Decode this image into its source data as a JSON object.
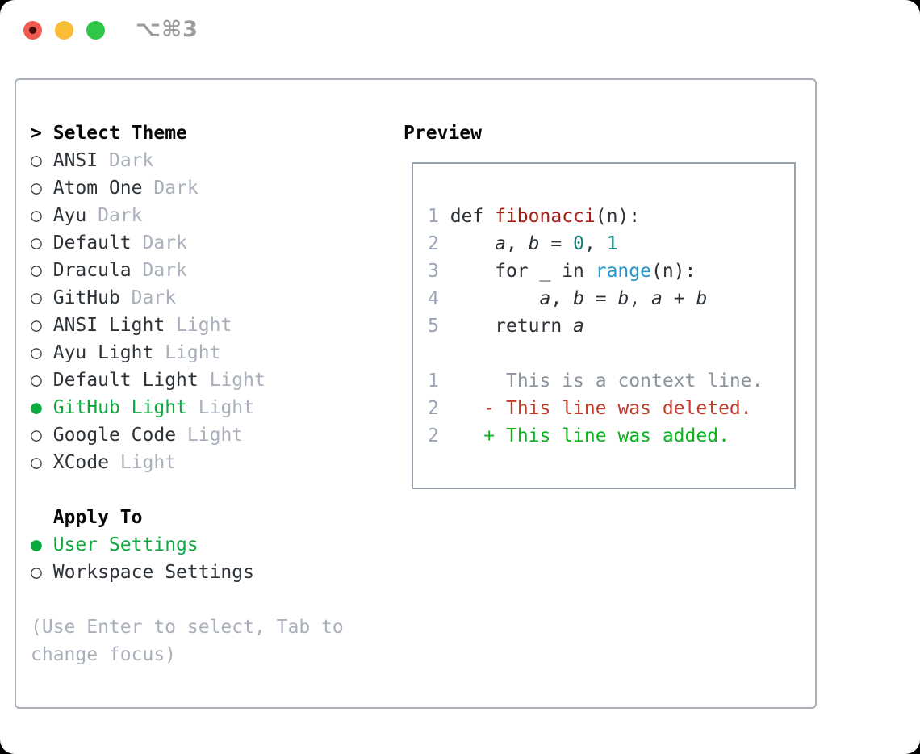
{
  "window": {
    "shortcut": "⌥⌘3",
    "traffic_lights": [
      "close",
      "minimize",
      "zoom"
    ]
  },
  "colors": {
    "selected_green": "#0cab40",
    "added_green": "#0db31e",
    "deleted_red": "#c43a2a",
    "function_red": "#a51f15",
    "number_teal": "#0d8278",
    "builtin_blue": "#2795c9",
    "muted_gray": "#a9b0bb",
    "line_number_gray": "#9aa4b4",
    "text_dark": "#2c3237"
  },
  "theme_picker": {
    "prompt_marker": ">",
    "heading": "Select Theme",
    "radio_unselected": "○",
    "radio_selected": "●",
    "themes": [
      {
        "name": "ANSI",
        "variant": "Dark",
        "selected": false
      },
      {
        "name": "Atom One",
        "variant": "Dark",
        "selected": false
      },
      {
        "name": "Ayu",
        "variant": "Dark",
        "selected": false
      },
      {
        "name": "Default",
        "variant": "Dark",
        "selected": false
      },
      {
        "name": "Dracula",
        "variant": "Dark",
        "selected": false
      },
      {
        "name": "GitHub",
        "variant": "Dark",
        "selected": false
      },
      {
        "name": "ANSI Light",
        "variant": "Light",
        "selected": false
      },
      {
        "name": "Ayu Light",
        "variant": "Light",
        "selected": false
      },
      {
        "name": "Default Light",
        "variant": "Light",
        "selected": false
      },
      {
        "name": "GitHub Light",
        "variant": "Light",
        "selected": true
      },
      {
        "name": "Google Code",
        "variant": "Light",
        "selected": false
      },
      {
        "name": "XCode",
        "variant": "Light",
        "selected": false
      }
    ],
    "apply_to": {
      "heading": "Apply To",
      "options": [
        {
          "label": "User Settings",
          "selected": true
        },
        {
          "label": "Workspace Settings",
          "selected": false
        }
      ]
    },
    "hint_lines": [
      "(Use Enter to select, Tab to",
      "change focus)"
    ]
  },
  "preview": {
    "heading": "Preview",
    "code_lines": [
      {
        "num": "1",
        "tokens": [
          {
            "t": "def ",
            "s": "plain"
          },
          {
            "t": "fibonacci",
            "s": "func"
          },
          {
            "t": "(n):",
            "s": "plain"
          }
        ]
      },
      {
        "num": "2",
        "tokens": [
          {
            "t": "    ",
            "s": "plain"
          },
          {
            "t": "a",
            "s": "var"
          },
          {
            "t": ", ",
            "s": "plain"
          },
          {
            "t": "b",
            "s": "var"
          },
          {
            "t": " = ",
            "s": "plain"
          },
          {
            "t": "0",
            "s": "num"
          },
          {
            "t": ", ",
            "s": "plain"
          },
          {
            "t": "1",
            "s": "num"
          }
        ]
      },
      {
        "num": "3",
        "tokens": [
          {
            "t": "    for _ in ",
            "s": "plain"
          },
          {
            "t": "range",
            "s": "builtin"
          },
          {
            "t": "(n):",
            "s": "plain"
          }
        ]
      },
      {
        "num": "4",
        "tokens": [
          {
            "t": "        ",
            "s": "plain"
          },
          {
            "t": "a",
            "s": "var"
          },
          {
            "t": ", ",
            "s": "plain"
          },
          {
            "t": "b",
            "s": "var"
          },
          {
            "t": " = ",
            "s": "plain"
          },
          {
            "t": "b",
            "s": "var"
          },
          {
            "t": ", ",
            "s": "plain"
          },
          {
            "t": "a",
            "s": "var"
          },
          {
            "t": " + ",
            "s": "plain"
          },
          {
            "t": "b",
            "s": "var"
          }
        ]
      },
      {
        "num": "5",
        "tokens": [
          {
            "t": "    return ",
            "s": "plain"
          },
          {
            "t": "a",
            "s": "var"
          }
        ]
      }
    ],
    "diff_lines": [
      {
        "num": "1",
        "marker": " ",
        "text": "This is a context line.",
        "kind": "context"
      },
      {
        "num": "2",
        "marker": "-",
        "text": "This line was deleted.",
        "kind": "deleted"
      },
      {
        "num": "2",
        "marker": "+",
        "text": "This line was added.",
        "kind": "added"
      }
    ]
  }
}
